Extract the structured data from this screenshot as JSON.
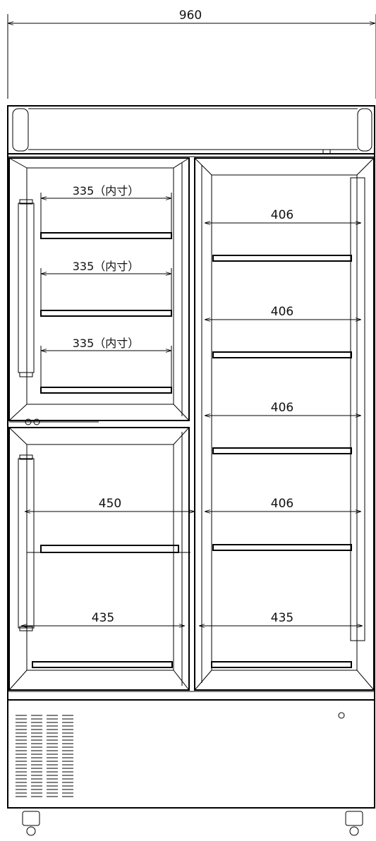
{
  "overall_width_label": "960",
  "upper_left_shelf_labels": [
    "335（内寸）",
    "335（内寸）",
    "335（内寸）"
  ],
  "right_shelf_labels": [
    "406",
    "406",
    "406",
    "406"
  ],
  "lower_left_width_label": "450",
  "bottom_left_label": "435",
  "bottom_right_label": "435"
}
